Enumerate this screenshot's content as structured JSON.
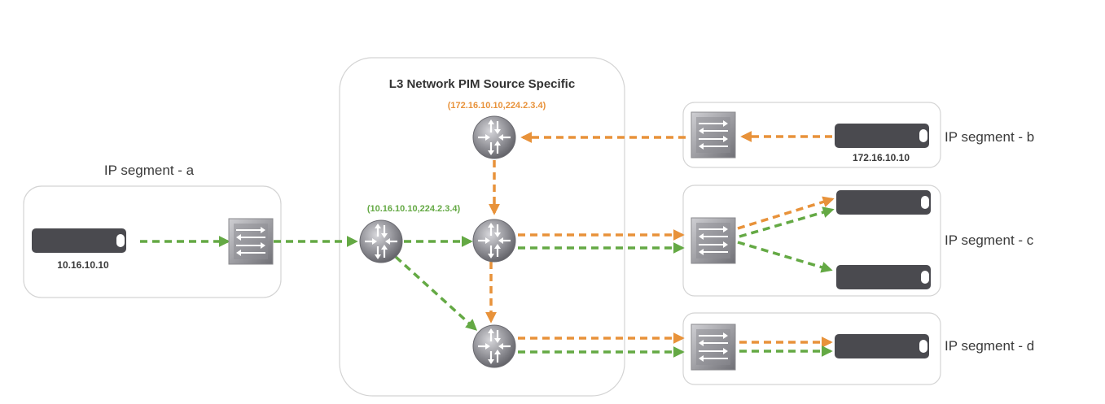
{
  "network": {
    "title": "L3 Network PIM Source Specific",
    "route_orange": "(172.16.10.10,224.2.3.4)",
    "route_green": "(10.16.10.10,224.2.3.4)"
  },
  "segments": {
    "a": {
      "label": "IP segment - a",
      "host_ip": "10.16.10.10"
    },
    "b": {
      "label": "IP segment - b",
      "host_ip": "172.16.10.10"
    },
    "c": {
      "label": "IP segment - c"
    },
    "d": {
      "label": "IP segment - d"
    }
  },
  "colors": {
    "orange": "#e8923a",
    "green": "#64a944",
    "server": "#4a4a4f",
    "box_border": "#d4d4d4"
  },
  "icons": {
    "router": "router-icon",
    "switch": "switch-icon",
    "server": "server-icon"
  }
}
